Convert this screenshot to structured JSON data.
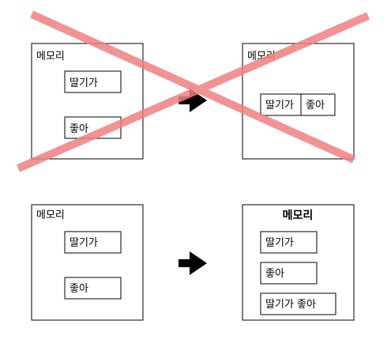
{
  "colors": {
    "stroke": "#000000",
    "cross": "#f08080",
    "background": "#ffffff"
  },
  "wrong_example": {
    "before": {
      "title": "메모리",
      "items": [
        "딸기가",
        "좋아"
      ]
    },
    "after": {
      "title": "메모리",
      "cells": [
        "딸기가",
        "좋아"
      ]
    },
    "cross_icon": "x-mark-icon"
  },
  "right_example": {
    "before": {
      "title": "메모리",
      "items": [
        "딸기가",
        "좋아"
      ]
    },
    "after": {
      "title": "메모리",
      "items": [
        "딸기가",
        "좋아",
        "딸기가 좋아"
      ]
    }
  },
  "arrow_icon": "right-arrow-icon"
}
